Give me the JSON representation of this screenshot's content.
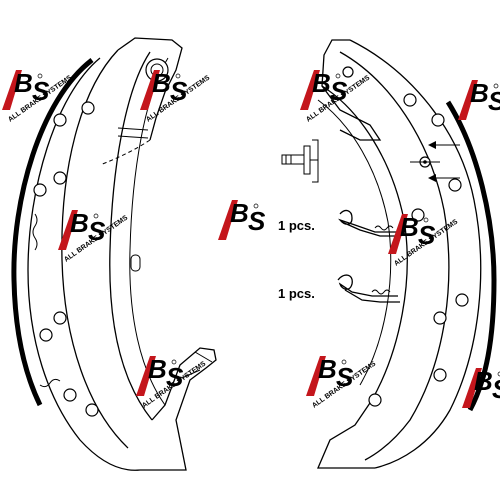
{
  "labels": {
    "spring_upper_qty": "1 pcs.",
    "spring_lower_qty": "1 pcs."
  },
  "watermark": {
    "logo_text": "A.B.S",
    "tagline": "ALL BRAKE SYSTEMS",
    "colors": {
      "red": "#c4161c",
      "black": "#000000"
    }
  },
  "icons": [
    "brake-shoe-left",
    "brake-shoe-right",
    "return-spring",
    "pin",
    "adjuster-arrows",
    "abs-logo"
  ]
}
